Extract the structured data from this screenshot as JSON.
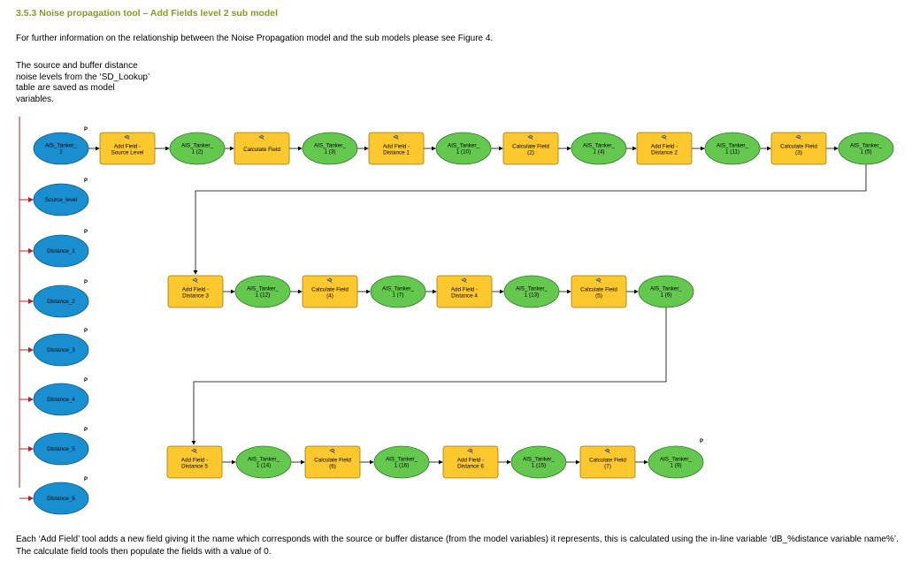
{
  "document": {
    "heading": "3.5.3 Noise propagation tool – Add Fields level 2 sub model",
    "intro": "For further information on the relationship between the Noise Propagation model and the sub models please see Figure 4.",
    "note": "The source and buffer distance\nnoise levels from the ‘SD_Lookup’\ntable are saved as model\nvariables.",
    "footer": "Each ‘Add Field’ tool adds a new field giving it the name which corresponds with the source or buffer distance (from the model variables) it represents, this is calculated using the in-line variable ‘dB_%distance variable name%’. The calculate field tools then populate the fields with a value of 0."
  },
  "colors": {
    "variable": "#1a8fd0",
    "tool": "#fdc72e",
    "output": "#63c84d",
    "connector": "#b22222",
    "heading": "#8a9a1a"
  },
  "model": {
    "parameter_marker": "P",
    "variables": [
      {
        "id": "v0",
        "label": "AIS_Tanker_\n1",
        "param": true
      },
      {
        "id": "v1",
        "label": "Source_level",
        "param": true
      },
      {
        "id": "v2",
        "label": "Distance_1",
        "param": true
      },
      {
        "id": "v3",
        "label": "Distance_2",
        "param": true
      },
      {
        "id": "v4",
        "label": "Distance_3",
        "param": true
      },
      {
        "id": "v5",
        "label": "Distance_4",
        "param": true
      },
      {
        "id": "v6",
        "label": "Distance_5",
        "param": true
      },
      {
        "id": "v7",
        "label": "Distance_6",
        "param": true
      }
    ],
    "row1": [
      {
        "kind": "tool",
        "label": "Add Field -\nSource Level"
      },
      {
        "kind": "output",
        "label": "AIS_Tanker_\n1 (2)"
      },
      {
        "kind": "tool",
        "label": "Calculate Field"
      },
      {
        "kind": "output",
        "label": "AIS_Tanker_\n1 (3)"
      },
      {
        "kind": "tool",
        "label": "Add Field -\nDistance 1"
      },
      {
        "kind": "output",
        "label": "AIS_Tanker_\n1 (10)"
      },
      {
        "kind": "tool",
        "label": "Calculate Field\n(2)"
      },
      {
        "kind": "output",
        "label": "AIS_Tanker_\n1 (4)"
      },
      {
        "kind": "tool",
        "label": "Add Field -\nDistance 2"
      },
      {
        "kind": "output",
        "label": "AIS_Tanker_\n1 (11)"
      },
      {
        "kind": "tool",
        "label": "Calculate Field\n(3)"
      },
      {
        "kind": "output",
        "label": "AIS_Tanker_\n1 (5)"
      }
    ],
    "row2": [
      {
        "kind": "tool",
        "label": "Add Field -\nDistance 3"
      },
      {
        "kind": "output",
        "label": "AIS_Tanker_\n1 (12)"
      },
      {
        "kind": "tool",
        "label": "Calculate Field\n(4)"
      },
      {
        "kind": "output",
        "label": "AIS_Tanker_\n1 (7)"
      },
      {
        "kind": "tool",
        "label": "Add Field -\nDistance 4"
      },
      {
        "kind": "output",
        "label": "AIS_Tanker_\n1 (13)"
      },
      {
        "kind": "tool",
        "label": "Calculate Field\n(5)"
      },
      {
        "kind": "output",
        "label": "AIS_Tanker_\n1 (6)"
      }
    ],
    "row3": [
      {
        "kind": "tool",
        "label": "Add Field -\nDistance 5"
      },
      {
        "kind": "output",
        "label": "AIS_Tanker_\n1 (14)"
      },
      {
        "kind": "tool",
        "label": "Calculate Field\n(6)"
      },
      {
        "kind": "output",
        "label": "AIS_Tanker_\n1 (16)"
      },
      {
        "kind": "tool",
        "label": "Add Field -\nDistance 6"
      },
      {
        "kind": "output",
        "label": "AIS_Tanker_\n1 (15)"
      },
      {
        "kind": "tool",
        "label": "Calculate Field\n(7)"
      },
      {
        "kind": "output",
        "label": "AIS_Tanker_\n1 (9)",
        "param": true
      }
    ]
  }
}
